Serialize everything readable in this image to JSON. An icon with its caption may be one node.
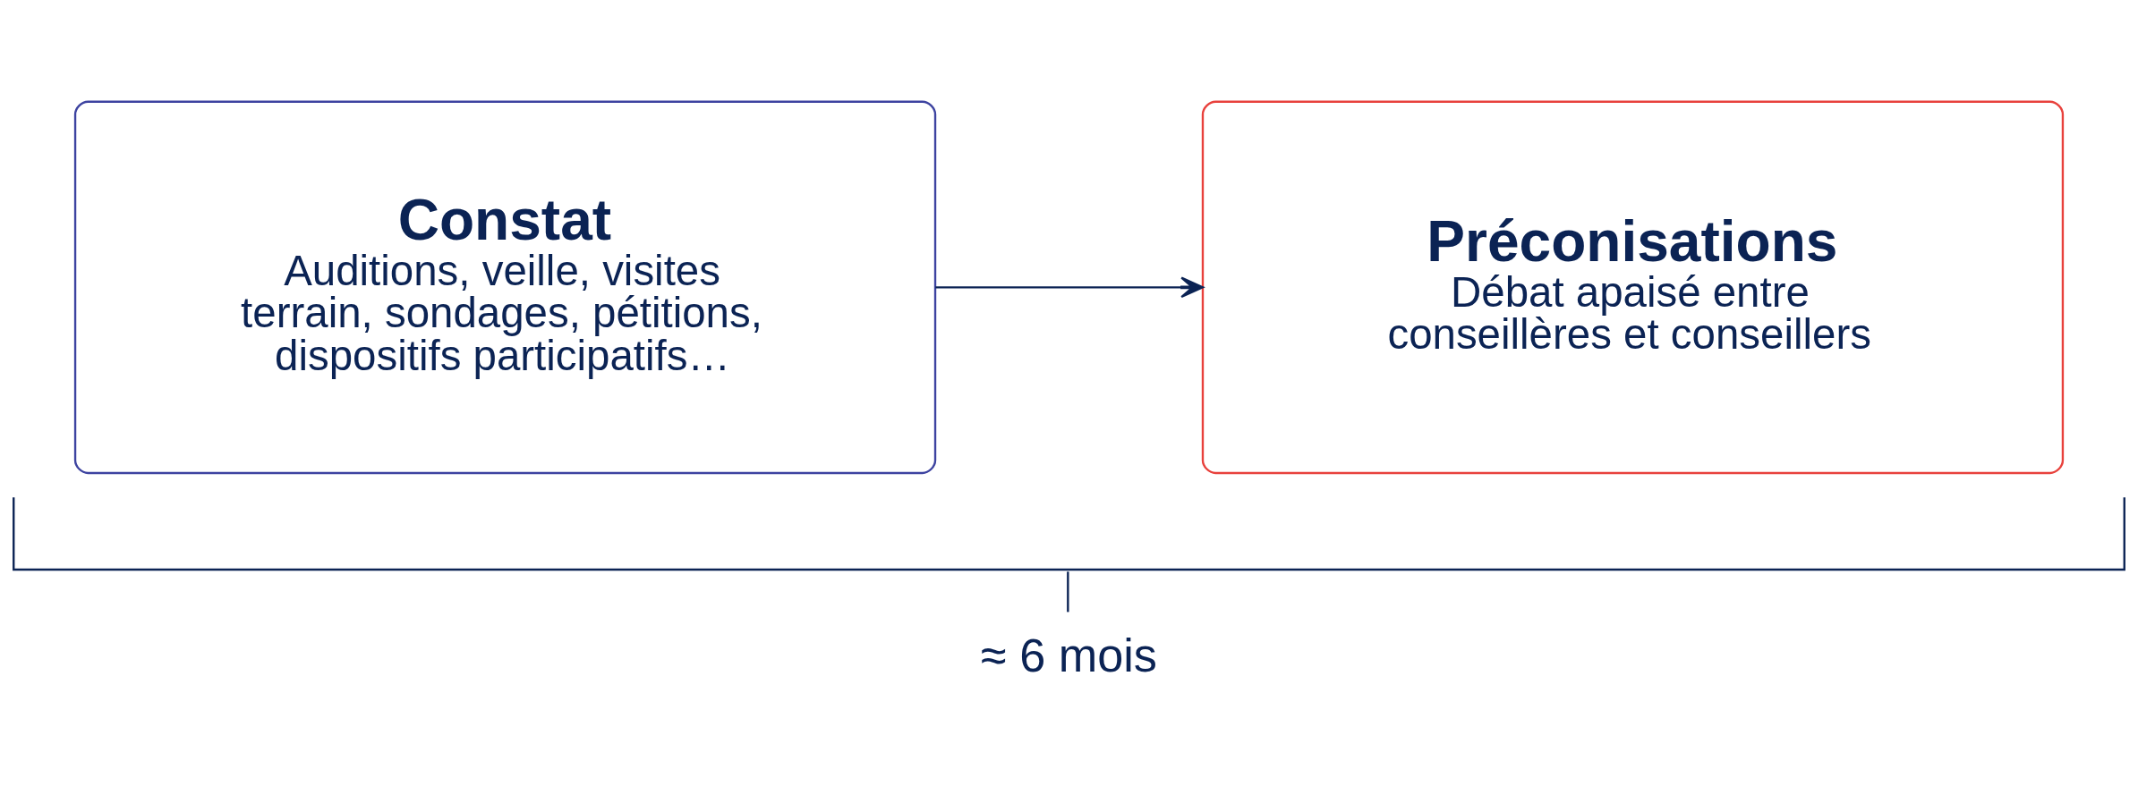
{
  "diagram": {
    "nodes": [
      {
        "text": [
          "Constat",
          "Auditions, veille, visites terrain, sondages, pétitions, dispositifs participatifs…"
        ]
      },
      {
        "text": [
          "Préconisations",
          "Débat apaisé entre conseillères et conseillers"
        ]
      }
    ],
    "edges": [
      {
        "from": 0,
        "to": 1,
        "arrow": "to"
      }
    ],
    "labels": [
      "≈ 6 mois"
    ]
  }
}
